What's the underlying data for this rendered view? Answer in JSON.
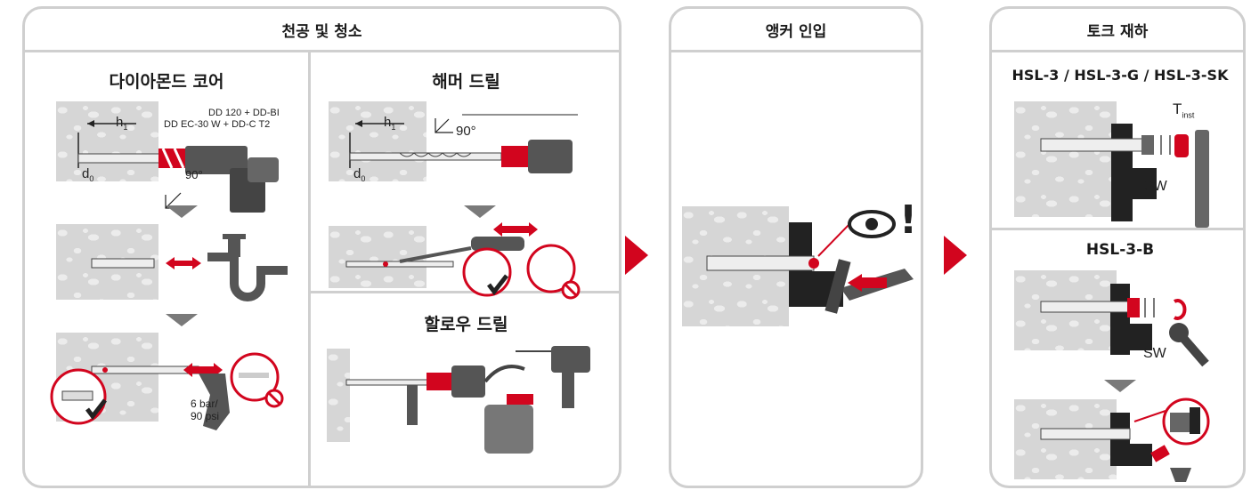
{
  "colors": {
    "accent": "#d2051e",
    "border": "#cfcfcf",
    "concrete": "#d6d6d6",
    "tool": "#555555"
  },
  "panels": {
    "drilling": {
      "title": "천공 및 청소",
      "diamond_core": {
        "title": "다이아몬드 코어",
        "h_label": "h",
        "h_sub": "1",
        "d_label": "d",
        "d_sub": "0",
        "angle": "90°",
        "tool_line1": "DD 120 + DD-BI",
        "tool_line2": "DD EC-30 W + DD-C T2",
        "pressure_line1": "6 bar/",
        "pressure_line2": "90 psi"
      },
      "hammer_drill": {
        "title": "해머 드릴",
        "h_label": "h",
        "h_sub": "1",
        "d_label": "d",
        "d_sub": "0",
        "angle": "90°"
      },
      "hollow_drill": {
        "title": "할로우 드릴"
      }
    },
    "setting": {
      "title": "앵커 인입",
      "mark": "!"
    },
    "torque": {
      "title": "토크 재하",
      "variant_a": {
        "title": "HSL-3 / HSL-3-G / HSL-3-SK",
        "t_label": "T",
        "t_sub": "inst",
        "sw": "SW"
      },
      "variant_b": {
        "title": "HSL-3-B",
        "sw": "SW"
      }
    }
  }
}
